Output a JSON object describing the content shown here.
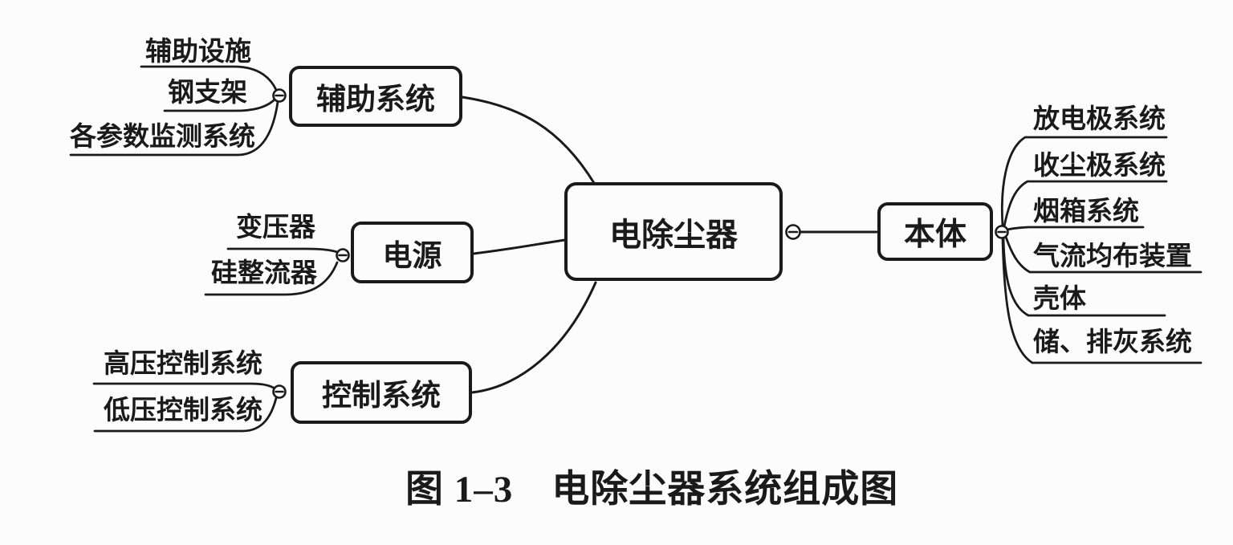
{
  "figure": {
    "caption": "图 1–3　电除尘器系统组成图",
    "root": {
      "label": "电除尘器"
    },
    "branches": [
      {
        "label": "辅助系统",
        "children": [
          "辅助设施",
          "钢支架",
          "各参数监测系统"
        ]
      },
      {
        "label": "电源",
        "children": [
          "变压器",
          "硅整流器"
        ]
      },
      {
        "label": "控制系统",
        "children": [
          "高压控制系统",
          "低压控制系统"
        ]
      },
      {
        "label": "本体",
        "children": [
          "放电极系统",
          "收尘极系统",
          "烟箱系统",
          "气流均布装置",
          "壳体",
          "储、排灰系统"
        ]
      }
    ],
    "colors": {
      "ink": "#1a1a1a",
      "paper": "#fcfcfc"
    }
  }
}
